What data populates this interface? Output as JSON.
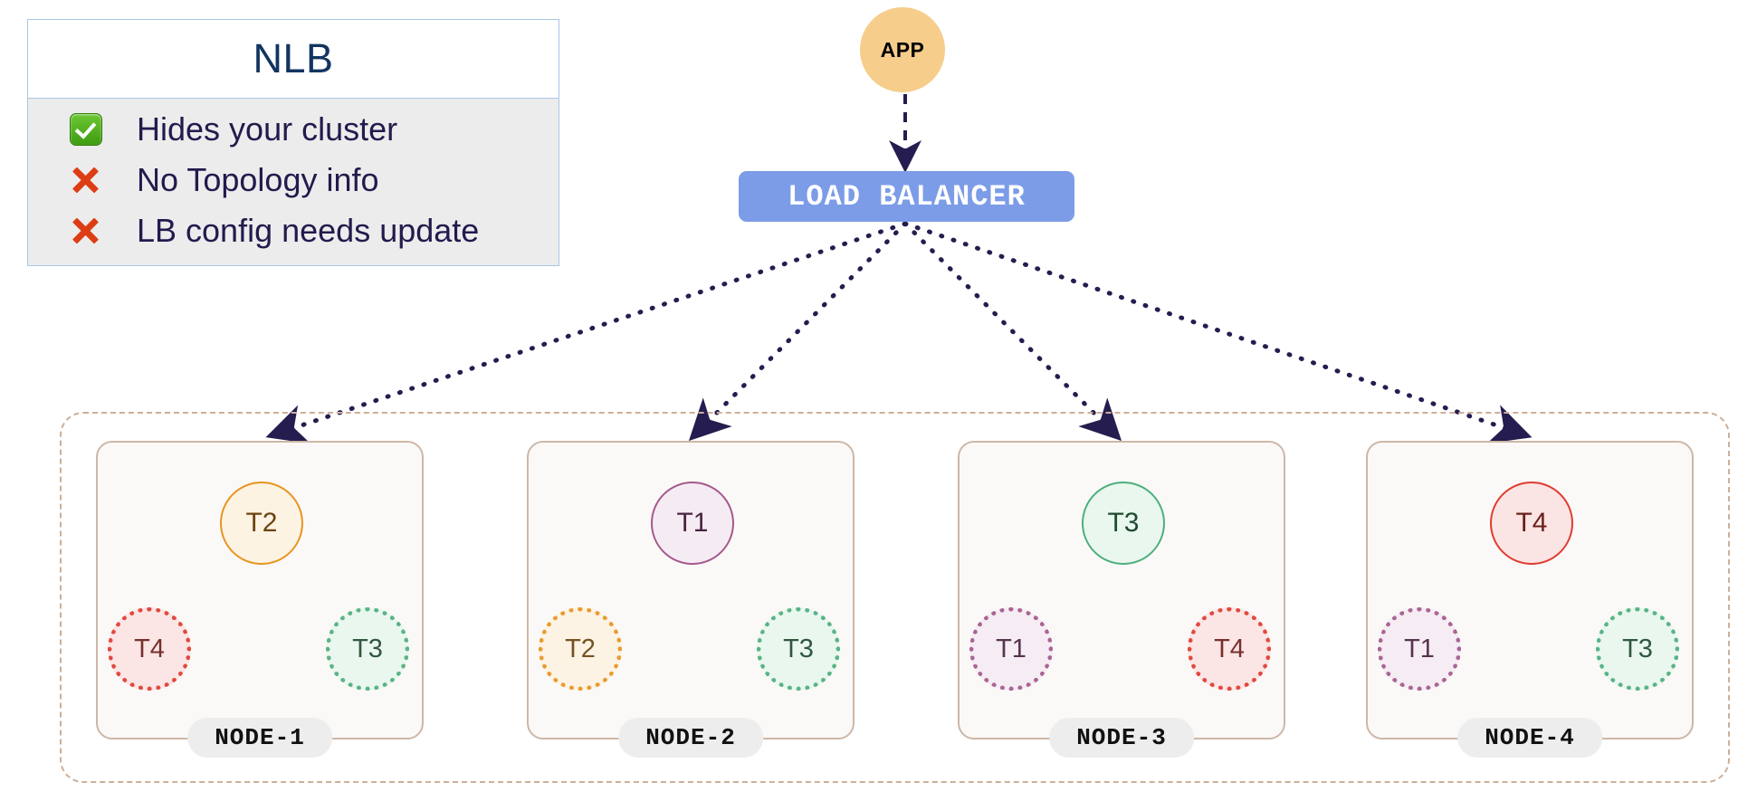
{
  "legend": {
    "title": "NLB",
    "rows": [
      {
        "mark": "check-icon",
        "text": "Hides your cluster"
      },
      {
        "mark": "cross-icon",
        "text": "No Topology info"
      },
      {
        "mark": "cross-icon",
        "text": "LB config needs update"
      }
    ],
    "border_color": "#a9c6e6",
    "body_bg": "#ececec",
    "title_color": "#123560",
    "check_color": "#4fb216",
    "cross_color": "#dd3d14"
  },
  "app": {
    "label": "APP",
    "fill": "#f6cd8b"
  },
  "load_balancer": {
    "label": "LOAD  BALANCER",
    "fill": "#7c9ce8",
    "text_color": "#ffffff"
  },
  "edges": {
    "app_to_lb_style": "dashed",
    "lb_to_node_style": "dotted",
    "color": "#251d4f"
  },
  "cluster": {
    "border_color": "#cbb09a",
    "border_style": "dash-dot"
  },
  "pod_styles": {
    "T1": {
      "fill": "#f5ecf3",
      "stroke": "#a4588c",
      "text": "#4a2340"
    },
    "T2": {
      "fill": "#fdf3e3",
      "stroke": "#e8941f",
      "text": "#6b4410"
    },
    "T3": {
      "fill": "#e9f7ee",
      "stroke": "#4caf7d",
      "text": "#1f4a30"
    },
    "T4": {
      "fill": "#fbe4e4",
      "stroke": "#e03b30",
      "text": "#6b1f1c"
    }
  },
  "nodes": [
    {
      "label": "NODE-1",
      "primary": {
        "name": "T2",
        "type": "solid"
      },
      "replicas": [
        {
          "name": "T4",
          "type": "ghost",
          "position": "bottom-left"
        },
        {
          "name": "T3",
          "type": "ghost",
          "position": "bottom-right"
        }
      ]
    },
    {
      "label": "NODE-2",
      "primary": {
        "name": "T1",
        "type": "solid"
      },
      "replicas": [
        {
          "name": "T2",
          "type": "ghost",
          "position": "bottom-left"
        },
        {
          "name": "T3",
          "type": "ghost",
          "position": "bottom-right"
        }
      ]
    },
    {
      "label": "NODE-3",
      "primary": {
        "name": "T3",
        "type": "solid"
      },
      "replicas": [
        {
          "name": "T1",
          "type": "ghost",
          "position": "bottom-left"
        },
        {
          "name": "T4",
          "type": "ghost",
          "position": "bottom-right"
        }
      ]
    },
    {
      "label": "NODE-4",
      "primary": {
        "name": "T4",
        "type": "solid"
      },
      "replicas": [
        {
          "name": "T1",
          "type": "ghost",
          "position": "bottom-left"
        },
        {
          "name": "T3",
          "type": "ghost",
          "position": "bottom-right"
        }
      ]
    }
  ]
}
